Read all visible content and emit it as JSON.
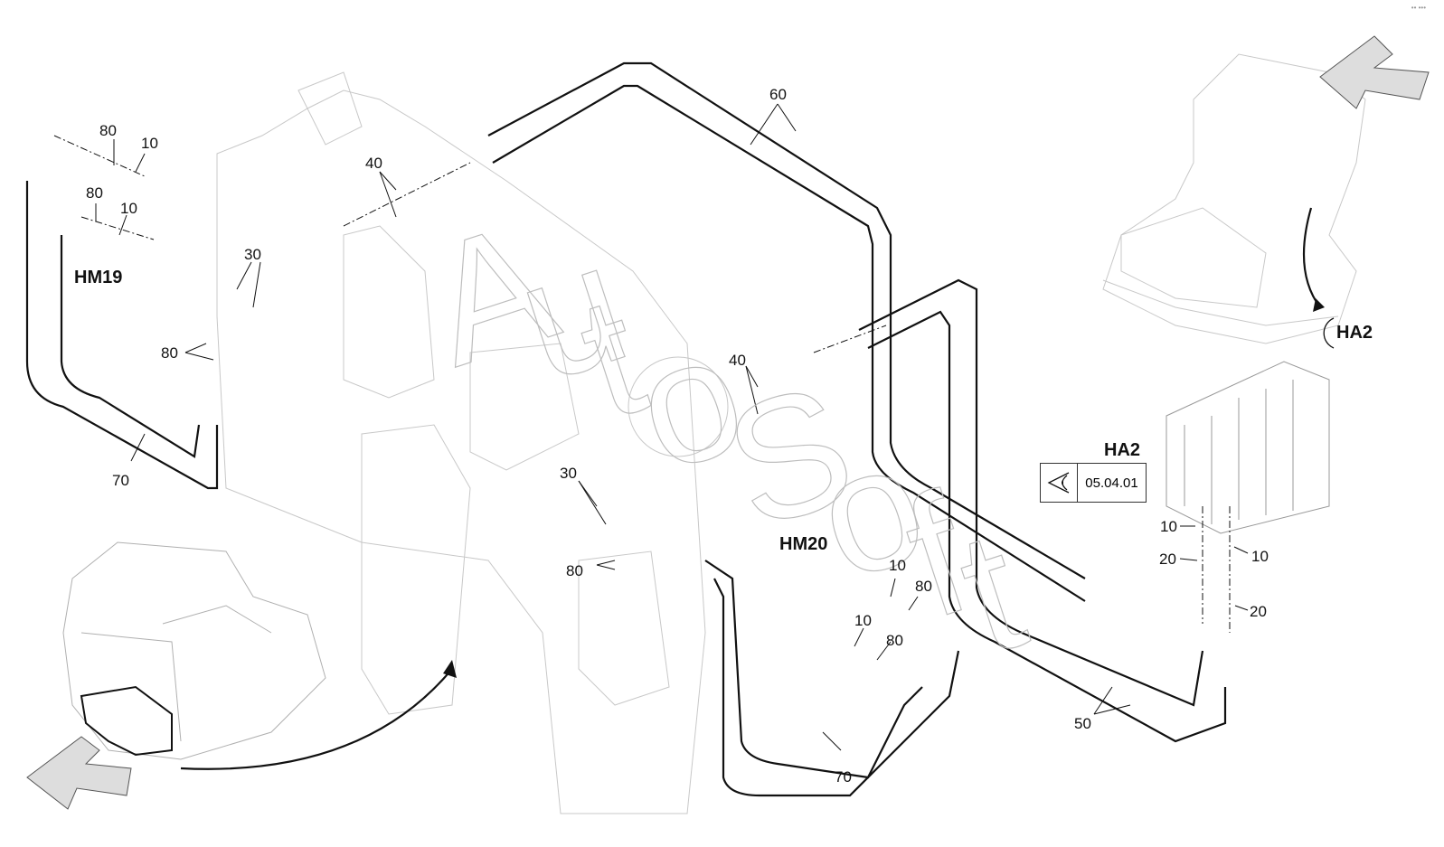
{
  "watermark": {
    "letters": [
      "A",
      "u",
      "t",
      "o",
      "S",
      "o",
      "f",
      "t"
    ]
  },
  "labels": {
    "hm19": "HM19",
    "hm20": "HM20",
    "ha2_top": "HA2",
    "ha2_mid": "HA2",
    "callouts": [
      {
        "id": "c80a",
        "text": "80"
      },
      {
        "id": "c10a",
        "text": "10"
      },
      {
        "id": "c80b",
        "text": "80"
      },
      {
        "id": "c10b",
        "text": "10"
      },
      {
        "id": "c30a",
        "text": "30"
      },
      {
        "id": "c80c",
        "text": "80"
      },
      {
        "id": "c70a",
        "text": "70"
      },
      {
        "id": "c40a",
        "text": "40"
      },
      {
        "id": "c60",
        "text": "60"
      },
      {
        "id": "c40b",
        "text": "40"
      },
      {
        "id": "c30b",
        "text": "30"
      },
      {
        "id": "c80d",
        "text": "80"
      },
      {
        "id": "c10c",
        "text": "10"
      },
      {
        "id": "c80e",
        "text": "80"
      },
      {
        "id": "c10d",
        "text": "10"
      },
      {
        "id": "c80f",
        "text": "80"
      },
      {
        "id": "c70b",
        "text": "70"
      },
      {
        "id": "c50",
        "text": "50"
      },
      {
        "id": "c10e",
        "text": "10"
      },
      {
        "id": "c10f",
        "text": "10"
      },
      {
        "id": "c20a",
        "text": "20"
      },
      {
        "id": "c20b",
        "text": "20"
      }
    ]
  },
  "reference_box": {
    "icon": "eye-icon",
    "code": "05.04.01"
  },
  "corner_marks": "•• •••"
}
